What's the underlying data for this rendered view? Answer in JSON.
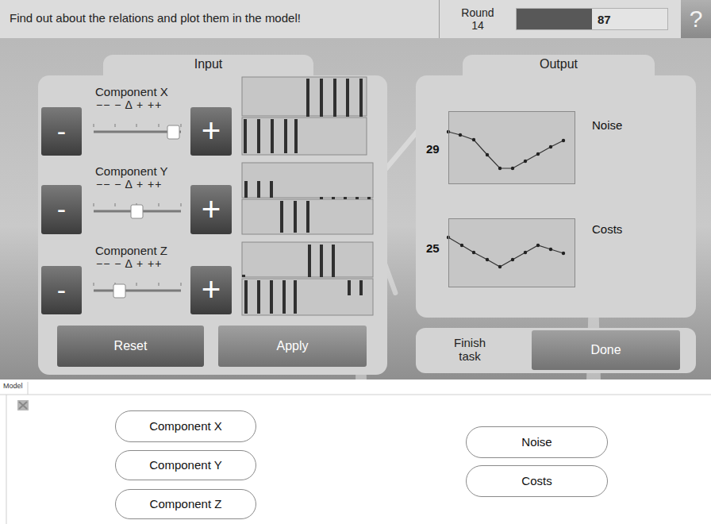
{
  "diagram": {
    "nodes": [
      {
        "text": [
          "Find out about the relations and plot them in the model!"
        ]
      },
      {
        "text": [
          "Round",
          "14"
        ]
      },
      {
        "text": [
          "87"
        ]
      },
      {
        "text": [
          "?"
        ]
      },
      {
        "text": [
          "Input"
        ]
      },
      {
        "text": [
          "-"
        ],
        "in": 4
      },
      {
        "text": [
          "+"
        ],
        "in": 4
      },
      {
        "text": [
          "-"
        ],
        "in": 4
      },
      {
        "text": [
          "+"
        ],
        "in": 4
      },
      {
        "text": [
          "-"
        ],
        "in": 4
      },
      {
        "text": [
          "+"
        ],
        "in": 4
      },
      {
        "text": [
          "Reset"
        ],
        "in": 4
      },
      {
        "text": [
          "Apply"
        ],
        "in": 4
      },
      {
        "text": [
          "Output"
        ]
      },
      {
        "text": [
          "29",
          "Noise"
        ],
        "in": 13
      },
      {
        "text": [
          "25",
          "Costs"
        ],
        "in": 13
      },
      {
        "text": [
          "Finish task"
        ]
      },
      {
        "text": [
          "Done"
        ],
        "in": 16
      },
      {
        "text": [
          "Model"
        ]
      },
      {
        "text": [
          "Component X"
        ],
        "in": 18
      },
      {
        "text": [
          "Component Y"
        ],
        "in": 18
      },
      {
        "text": [
          "Component Z"
        ],
        "in": 18
      },
      {
        "text": [
          "Noise"
        ],
        "in": 18
      },
      {
        "text": [
          "Costs"
        ],
        "in": 18
      }
    ],
    "labels": [
      "Component X",
      "−− − Δ + ++",
      "Component Y",
      "−− − Δ + ++",
      "Component Z",
      "−− − Δ + ++"
    ]
  }
}
